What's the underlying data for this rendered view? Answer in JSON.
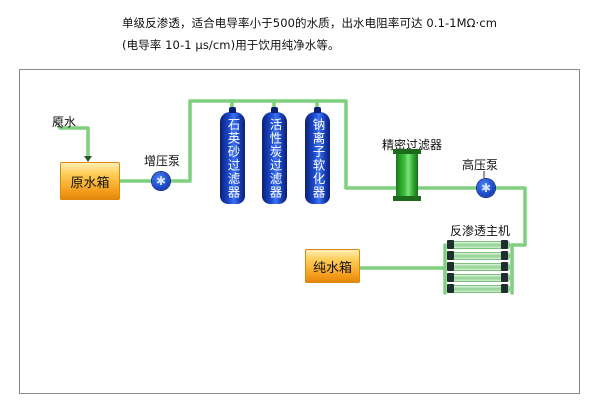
{
  "description": {
    "line1": "单级反渗透，适合电导率小于500的水质，出水电阻率可达 0.1-1MΩ·cm",
    "line2": "(电导率 10-1 μs/cm)用于饮用纯净水等。"
  },
  "labels": {
    "raw_water": "原水",
    "raw_water_tank": "原水箱",
    "booster_pump": "增压泵",
    "quartz_sand_filter": "石英砂过滤器",
    "activated_carbon_filter": "活性炭过滤器",
    "sodium_softener": "钠离子软化器",
    "precision_filter": "精密过滤器",
    "high_pressure_pump": "高压泵",
    "ro_unit": "反渗透主机",
    "pure_water_tank": "纯水箱"
  },
  "colors": {
    "pipe": "#8ed88e",
    "tank": "#f7a51f",
    "vessel": "#1f4fd6",
    "pump": "#1b49c9",
    "precision_filter": "#3ac43a"
  }
}
